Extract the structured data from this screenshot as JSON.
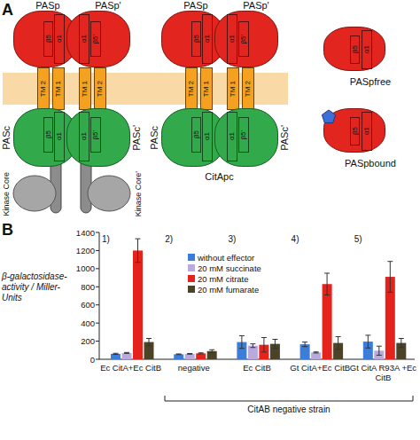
{
  "diagram": {
    "nodes": [
      {
        "text": [
          "PASp"
        ]
      },
      {
        "text": [
          "β5"
        ],
        "in": 0
      },
      {
        "text": [
          "α1"
        ],
        "in": 0
      },
      {
        "text": [
          "PASp'"
        ]
      },
      {
        "text": [
          "α1"
        ],
        "in": 3
      },
      {
        "text": [
          "β5'"
        ],
        "in": 3
      },
      {
        "text": [
          "TM 2"
        ]
      },
      {
        "text": [
          "TM 1"
        ]
      },
      {
        "text": [
          "TM 1"
        ]
      },
      {
        "text": [
          "TM 2"
        ]
      },
      {
        "text": [
          "PASc"
        ]
      },
      {
        "text": [
          "β5"
        ],
        "in": 10
      },
      {
        "text": [
          "α1"
        ],
        "in": 10
      },
      {
        "text": [
          "PASc'"
        ]
      },
      {
        "text": [
          "α1"
        ],
        "in": 13
      },
      {
        "text": [
          "β5'"
        ],
        "in": 13
      },
      {
        "text": [
          "PASp"
        ]
      },
      {
        "text": [
          "β5"
        ],
        "in": 16
      },
      {
        "text": [
          "α1"
        ],
        "in": 16
      },
      {
        "text": [
          "PASp'"
        ]
      },
      {
        "text": [
          "α1"
        ],
        "in": 19
      },
      {
        "text": [
          "β5'"
        ],
        "in": 19
      },
      {
        "text": [
          "TM 2"
        ]
      },
      {
        "text": [
          "TM 1"
        ]
      },
      {
        "text": [
          "TM 1"
        ]
      },
      {
        "text": [
          "TM 2"
        ]
      },
      {
        "text": [
          "PASc"
        ]
      },
      {
        "text": [
          "β5"
        ],
        "in": 26
      },
      {
        "text": [
          "α1"
        ],
        "in": 26
      },
      {
        "text": [
          "PASc'"
        ]
      },
      {
        "text": [
          "α1"
        ],
        "in": 29
      },
      {
        "text": [
          "β5'"
        ],
        "in": 29
      },
      {
        "text": [
          "PASpfree"
        ]
      },
      {
        "text": [
          "β5"
        ],
        "in": 32
      },
      {
        "text": [
          "α1"
        ],
        "in": 32
      },
      {
        "text": [
          "PASpbound"
        ]
      },
      {
        "text": [
          "β5"
        ],
        "in": 35
      },
      {
        "text": [
          "α1"
        ],
        "in": 35
      }
    ],
    "labels": [
      "A",
      "Kinase Core",
      "Kinase Core'",
      "CitApc",
      "B",
      "β-galactosidase- activity / Miller-Units",
      "0",
      "200",
      "400",
      "600",
      "800",
      "1000",
      "1200",
      "1400",
      "1)",
      "2)",
      "3)",
      "4)",
      "5)",
      "Ec CitA+Ec CitB",
      "negative",
      "Ec CitB",
      "Gt CitA+Ec CitB",
      "Gt CitA R93A +Ec CitB",
      "CitAB negative strain"
    ],
    "legend": [
      {
        "text": "without effector",
        "color": "#3b7dd8"
      },
      {
        "text": "20 mM succinate",
        "color": "#b9a9dd"
      },
      {
        "text": "20 mM citrate",
        "color": "#e4231c"
      },
      {
        "text": "20 mM fumarate",
        "color": "#4b4327"
      }
    ]
  }
}
